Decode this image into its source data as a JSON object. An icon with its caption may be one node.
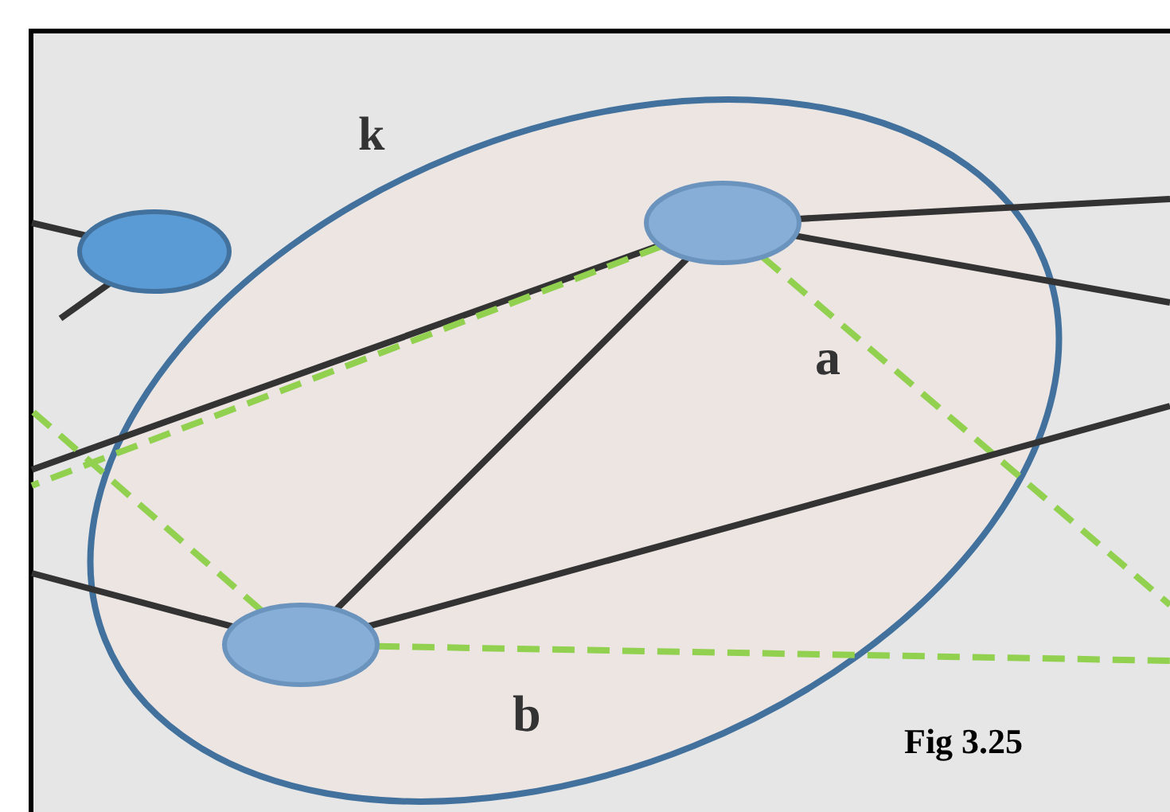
{
  "diagram": {
    "caption": "Fig 3.25",
    "nodes": [
      {
        "text": [
          "k"
        ]
      },
      {
        "text": [],
        "shape": "circle"
      },
      {
        "text": [],
        "shape": "circle",
        "in": 0
      },
      {
        "text": [],
        "shape": "circle",
        "in": 0
      }
    ],
    "edges": [
      {
        "from": null,
        "to": 1,
        "arrow": "none"
      },
      {
        "from": null,
        "to": 1,
        "arrow": "none"
      },
      {
        "from": 2,
        "to": null,
        "arrow": "none"
      },
      {
        "from": 2,
        "to": null,
        "arrow": "none",
        "style": "dashed",
        "color": "#92d050"
      },
      {
        "from": 2,
        "to": 3,
        "arrow": "none"
      },
      {
        "from": 2,
        "to": null,
        "arrow": "none",
        "style": "dashed",
        "color": "#92d050"
      },
      {
        "from": 2,
        "to": null,
        "arrow": "none"
      },
      {
        "from": 2,
        "to": null,
        "arrow": "none"
      },
      {
        "from": 3,
        "to": null,
        "arrow": "none"
      },
      {
        "from": 3,
        "to": null,
        "arrow": "none",
        "style": "dashed",
        "color": "#92d050"
      },
      {
        "from": 3,
        "to": null,
        "arrow": "none"
      },
      {
        "from": 3,
        "to": null,
        "arrow": "none",
        "style": "dashed",
        "color": "#92d050"
      }
    ],
    "labels": [
      "a",
      "b"
    ]
  }
}
